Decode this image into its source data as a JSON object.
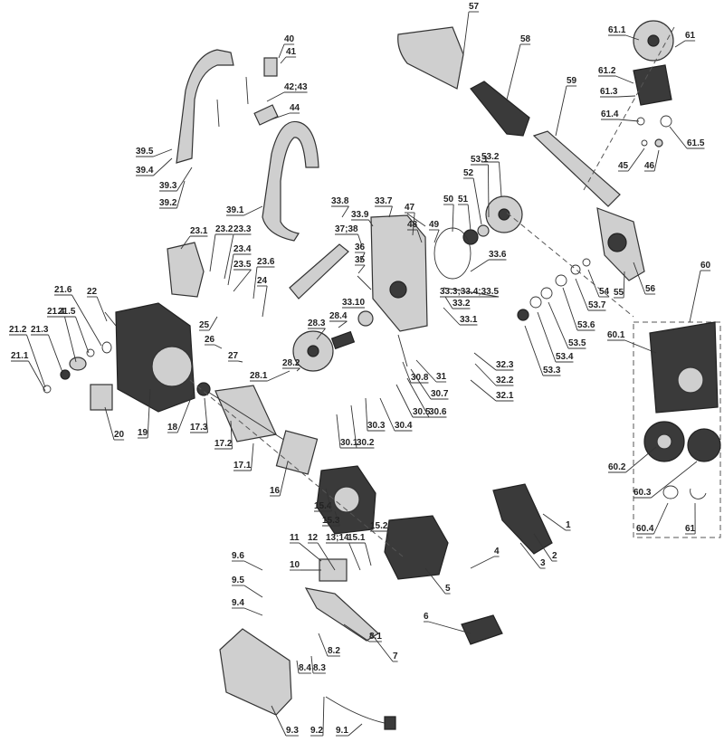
{
  "labels": [
    "1",
    "2",
    "3",
    "4",
    "5",
    "6",
    "7",
    "8.1",
    "8.2",
    "8.3",
    "8.4",
    "9.1",
    "9.2",
    "9.3",
    "9.4",
    "9.5",
    "9.6",
    "10",
    "11",
    "12",
    "13;14",
    "15.1",
    "15.2",
    "15.3",
    "15.4",
    "16",
    "17.1",
    "17.2",
    "17.3",
    "18",
    "19",
    "20",
    "21.1",
    "21.2",
    "21.3",
    "21.4",
    "21.5",
    "21.6",
    "22",
    "23.1",
    "23.2",
    "23.3",
    "23.4",
    "23.5",
    "23.6",
    "24",
    "25",
    "26",
    "27",
    "28.1",
    "28.2",
    "28.3",
    "28.4",
    "30.1",
    "30.2",
    "30.3",
    "30.4",
    "30.5",
    "30.6",
    "30.7",
    "30.8",
    "31",
    "32.1",
    "32.2",
    "32.3",
    "33.1",
    "33.2",
    "33.3;33.4;33.5",
    "33.6",
    "33.7",
    "33.8",
    "33.9",
    "33.10",
    "35",
    "36",
    "37;38",
    "39.1",
    "39.2",
    "39.3",
    "39.4",
    "39.5",
    "40",
    "41",
    "42;43",
    "44",
    "45",
    "46",
    "47",
    "48",
    "49",
    "50",
    "51",
    "52",
    "53.1",
    "53.2",
    "53.3",
    "53.4",
    "53.5",
    "53.6",
    "53.7",
    "54",
    "55",
    "56",
    "57",
    "58",
    "59",
    "60",
    "60.1",
    "60.2",
    "60.3",
    "60.4",
    "61",
    "61",
    "61.1",
    "61.2",
    "61.3",
    "61.4",
    "61.5"
  ]
}
